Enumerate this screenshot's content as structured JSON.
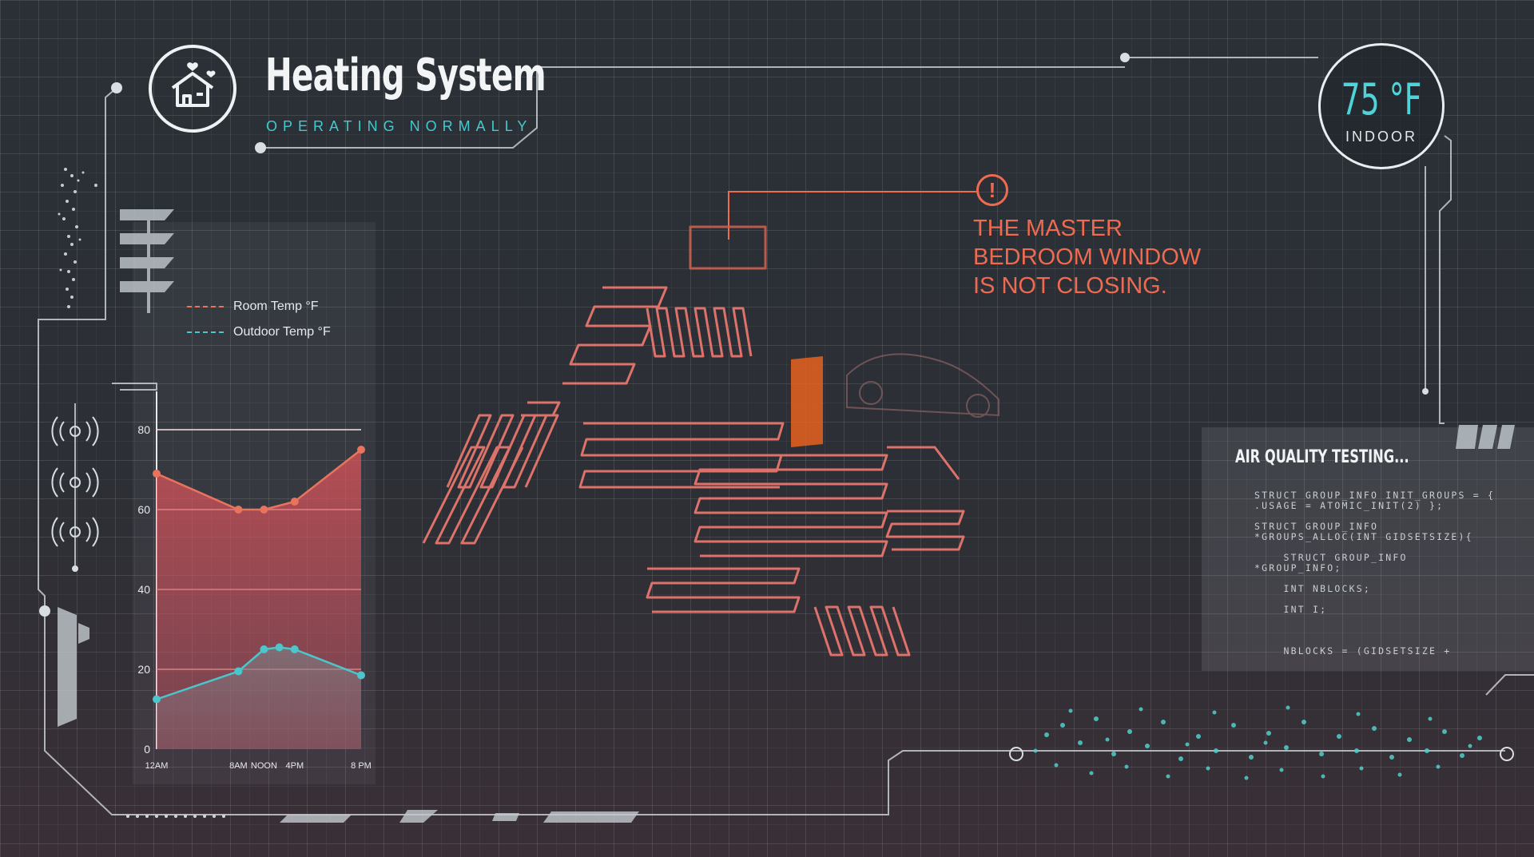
{
  "header": {
    "title": "Heating System",
    "status": "OPERATING NORMALLY",
    "logo_icon": "smart-home-heart-icon"
  },
  "indoor_temp": {
    "value": "75 °F",
    "label": "INDOOR"
  },
  "alert": {
    "icon": "exclamation-circle-icon",
    "lines": [
      "THE MASTER",
      "BEDROOM WINDOW",
      "IS NOT CLOSING."
    ]
  },
  "chart_data": {
    "type": "area",
    "series": [
      {
        "name": "Room Temp °F",
        "color": "#e8745e",
        "x": [
          0,
          8,
          10.5,
          13.5,
          20
        ],
        "values": [
          69,
          60,
          60,
          62,
          75
        ]
      },
      {
        "name": "Outdoor Temp °F",
        "color": "#4cc6cb",
        "x": [
          0,
          8,
          10.5,
          12,
          13.5,
          20
        ],
        "values": [
          12.5,
          19.5,
          25,
          25.5,
          25,
          18.5
        ]
      }
    ],
    "x_ticks": [
      {
        "x": 0,
        "label": "12AM"
      },
      {
        "x": 8,
        "label": "8AM"
      },
      {
        "x": 10.5,
        "label": "NOON"
      },
      {
        "x": 13.5,
        "label": "4PM"
      },
      {
        "x": 20,
        "label": "8 PM"
      }
    ],
    "y_ticks": [
      0,
      20,
      40,
      60,
      80
    ],
    "xlim": [
      0,
      20
    ],
    "ylim": [
      0,
      80
    ],
    "grid": true,
    "legend": "top-left"
  },
  "air_quality": {
    "title": "AIR QUALITY TESTING...",
    "code": [
      "STRUCT GROUP_INFO INIT_GROUPS = {",
      ".USAGE = ATOMIC_INIT(2) };",
      "",
      "STRUCT GROUP_INFO",
      "*GROUPS_ALLOC(INT GIDSETSIZE){",
      "",
      "    STRUCT GROUP_INFO",
      "*GROUP_INFO;",
      "",
      "    INT NBLOCKS;",
      "",
      "    INT I;",
      "",
      "",
      "",
      "    NBLOCKS = (GIDSETSIZE +"
    ]
  },
  "colors": {
    "accent_cyan": "#43c9d0",
    "alert_orange": "#ee6a50",
    "floorplan_pink": "#f07a70"
  }
}
